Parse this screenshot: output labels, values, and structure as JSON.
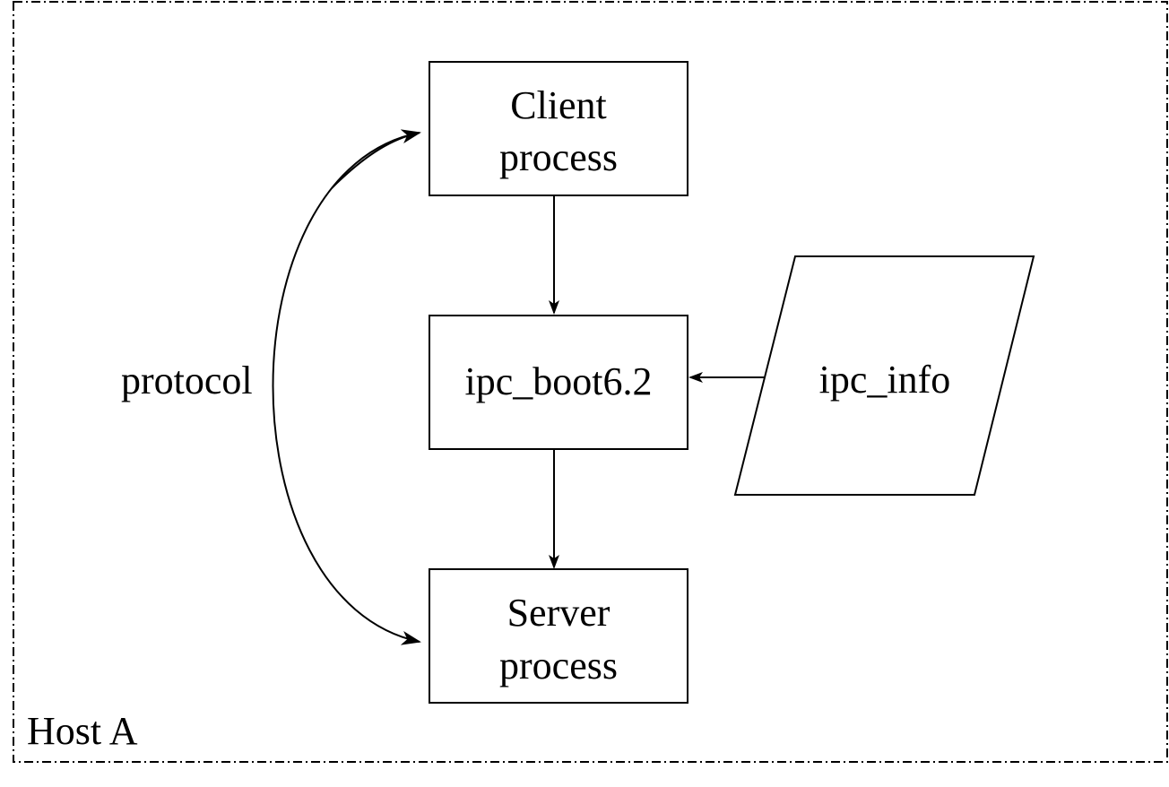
{
  "diagram": {
    "host_label": "Host A",
    "client_box": {
      "line1": "Client",
      "line2": "process"
    },
    "boot_box": {
      "label": "ipc_boot6.2"
    },
    "server_box": {
      "line1": "Server",
      "line2": "process"
    },
    "info_shape": {
      "label": "ipc_info"
    },
    "protocol_label": "protocol"
  }
}
